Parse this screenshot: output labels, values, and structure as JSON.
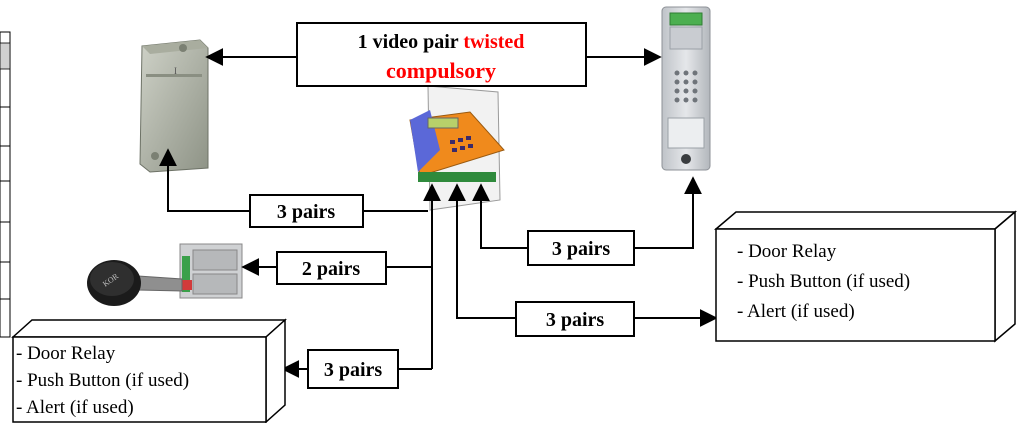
{
  "top_box": {
    "line1_black": "1 video pair ",
    "line1_red": "twisted",
    "line2_red": "compulsory",
    "red_color": "#ff0000"
  },
  "pair_labels": {
    "left_reader": "3 pairs",
    "exit_device": "2 pairs",
    "door_panel_1": "3 pairs",
    "door_panel_2": "3 pairs",
    "left_relay": "3 pairs"
  },
  "relay_box_right": {
    "line1": "- Door Relay",
    "line2": "- Push Button (if used)",
    "line3": "- Alert (if used)"
  },
  "relay_box_left": {
    "line1": "- Door Relay",
    "line2": "- Push Button (if used)",
    "line3": "- Alert (if used)"
  },
  "devices": {
    "badge_reader": "badge-reader-device",
    "controller": "access-controller-board",
    "door_panel": "door-entry-keypad-panel",
    "exit_button": "round-exit-push-button",
    "module": "interface-module"
  },
  "button_mark": "KOR"
}
